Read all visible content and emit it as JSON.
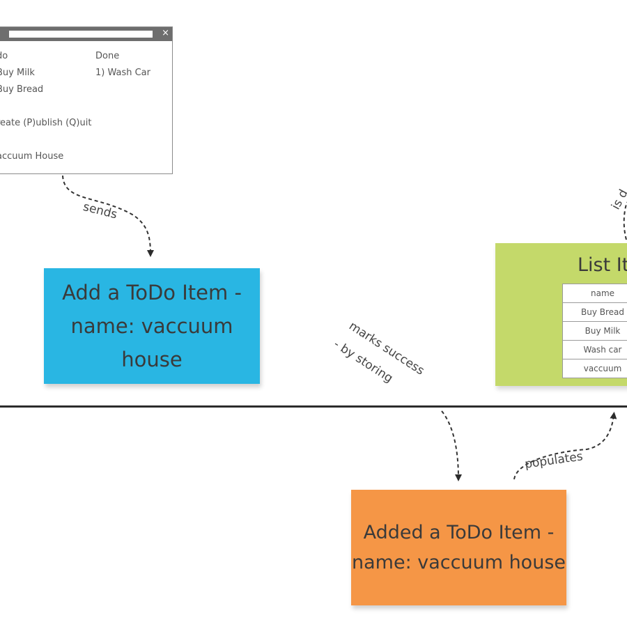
{
  "wireframe": {
    "close_glyph": "×",
    "todo_heading": "do",
    "done_heading": "Done",
    "todo_items": [
      "Buy Milk",
      "Buy Bread"
    ],
    "done_item": "1) Wash Car",
    "commands": "reate (P)ublish (Q)uit",
    "input_value": "accuum House"
  },
  "stickies": {
    "command": {
      "text": "Add a ToDo Item - name: vaccuum house",
      "color": "#29b6e3"
    },
    "event": {
      "text": "Added a ToDo Item - name: vaccuum house",
      "color": "#f59646"
    },
    "read_model": {
      "title": "List It",
      "color": "#c4d96a",
      "rows": [
        "name",
        "Buy Bread",
        "Buy Milk",
        "Wash car",
        "vaccuum"
      ]
    }
  },
  "arrow_labels": {
    "sends": "sends",
    "marks_success_1": "marks success",
    "marks_success_2": "- by storing",
    "populates": "populates",
    "is_displayed": "is d"
  }
}
